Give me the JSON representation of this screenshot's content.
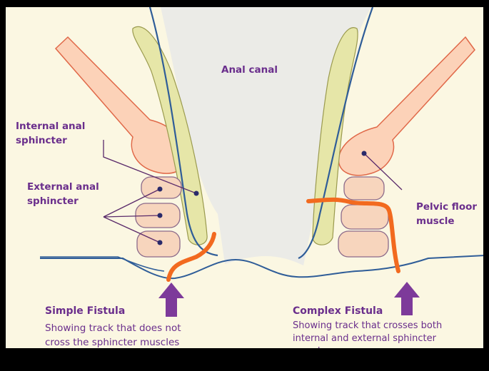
{
  "labels": {
    "anal_canal": "Anal canal",
    "internal_sphincter": "Internal anal\nsphincter",
    "external_sphincter": "External anal\nsphincter",
    "pelvic_floor": "Pelvic floor\nmuscle"
  },
  "simple": {
    "title": "Simple Fistula",
    "caption": "Showing track that does not\ncross the sphincter muscles"
  },
  "complex": {
    "title": "Complex Fistula",
    "caption": "Showing track that crosses both\ninternal and external sphincter\nmuscles"
  },
  "colors": {
    "background": "#fbf7e2",
    "border": "#000000",
    "canal_outline": "#2f5d98",
    "internal_sphincter": "#e6e6a8",
    "internal_sphincter_outline": "#9a9a4e",
    "external_sphincter": "#f7d5bd",
    "external_sphincter_outline": "#8c6a8a",
    "pelvic_muscle": "#fcd2b8",
    "pelvic_muscle_outline": "#e06848",
    "fistula_track": "#f26a1f",
    "arrow": "#7d3a9a",
    "text": "#6a2e8c",
    "canal_lumen": "#ebebe7"
  }
}
